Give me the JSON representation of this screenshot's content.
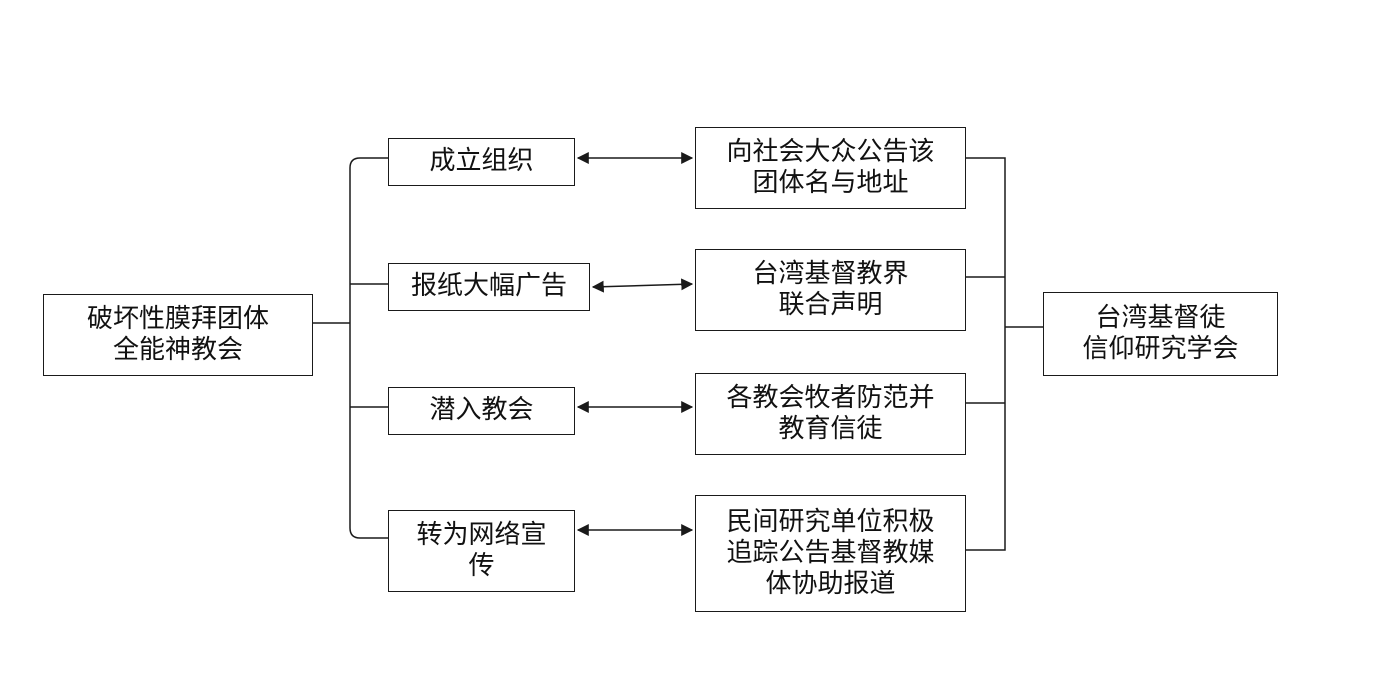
{
  "diagram": {
    "source": "破坏性膜拜团体\n全能神教会",
    "actions": [
      "成立组织",
      "报纸大幅广告",
      "潜入教会",
      "转为网络宣\n传"
    ],
    "responses": [
      "向社会大众公告该\n团体名与地址",
      "台湾基督教界\n联合声明",
      "各教会牧者防范并\n教育信徒",
      "民间研究单位积极\n追踪公告基督教媒\n体协助报道"
    ],
    "target": "台湾基督徒\n信仰研究学会"
  }
}
